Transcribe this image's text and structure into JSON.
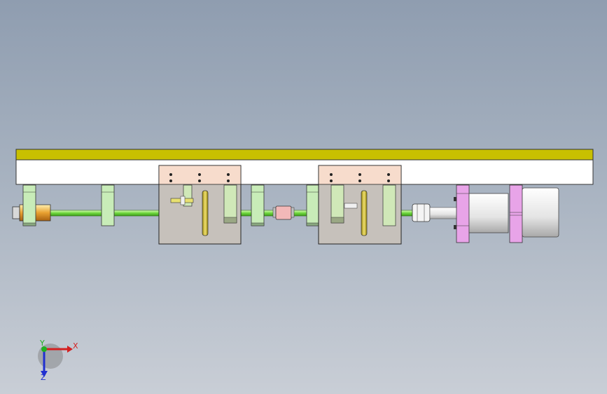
{
  "viewport": {
    "background_top": "#8f9db0",
    "background_bottom": "#c9ced6"
  },
  "triad": {
    "x_label": "X",
    "y_label": "Y",
    "z_label": "Z",
    "x_color": "#d42020",
    "y_color": "#20b020",
    "z_color": "#2030d0"
  },
  "model": {
    "rail_color": "#c8c000",
    "plate_color": "#ffffff",
    "shaft_color": "#7fe04a",
    "bearing_block_color": "#bfe6b0",
    "gearbox_color": "#c8c3bd",
    "gearbox_top_color": "#f6d9c8",
    "gear_color": "#d2c23a",
    "motor_flange_color": "#e6a0e6",
    "motor_body_color": "#e8e8e8",
    "coupling_color": "#f0b0b0",
    "end_nut_color": "#e8b040"
  }
}
